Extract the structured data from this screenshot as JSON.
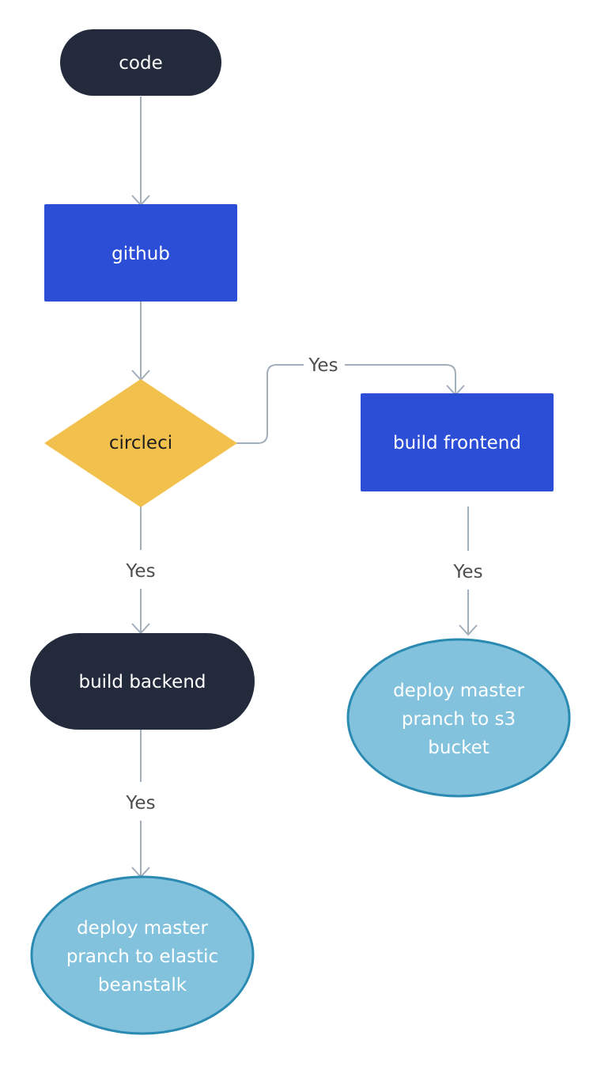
{
  "colors": {
    "terminal_fill": "#222a3b",
    "process_fill": "#2c4ed6",
    "decision_fill": "#f2c04c",
    "end_fill": "#82c2dc",
    "end_stroke": "#2a8ab2",
    "edge": "#a3aebb",
    "label_text": "#4d4d4d",
    "node_text": "#ffffff",
    "decision_text": "#1e1e1e"
  },
  "nodes": {
    "code": {
      "label": "code"
    },
    "github": {
      "label": "github"
    },
    "circleci": {
      "label": "circleci"
    },
    "build_frontend": {
      "label": "build frontend"
    },
    "build_backend": {
      "label": "build backend"
    },
    "deploy_s3": {
      "lines": [
        "deploy master",
        "pranch to s3",
        "bucket"
      ]
    },
    "deploy_eb": {
      "lines": [
        "deploy master",
        "pranch to elastic",
        "beanstalk"
      ]
    }
  },
  "edges": {
    "circleci_to_frontend": {
      "label": "Yes"
    },
    "circleci_to_backend": {
      "label": "Yes"
    },
    "frontend_to_s3": {
      "label": "Yes"
    },
    "backend_to_eb": {
      "label": "Yes"
    }
  }
}
